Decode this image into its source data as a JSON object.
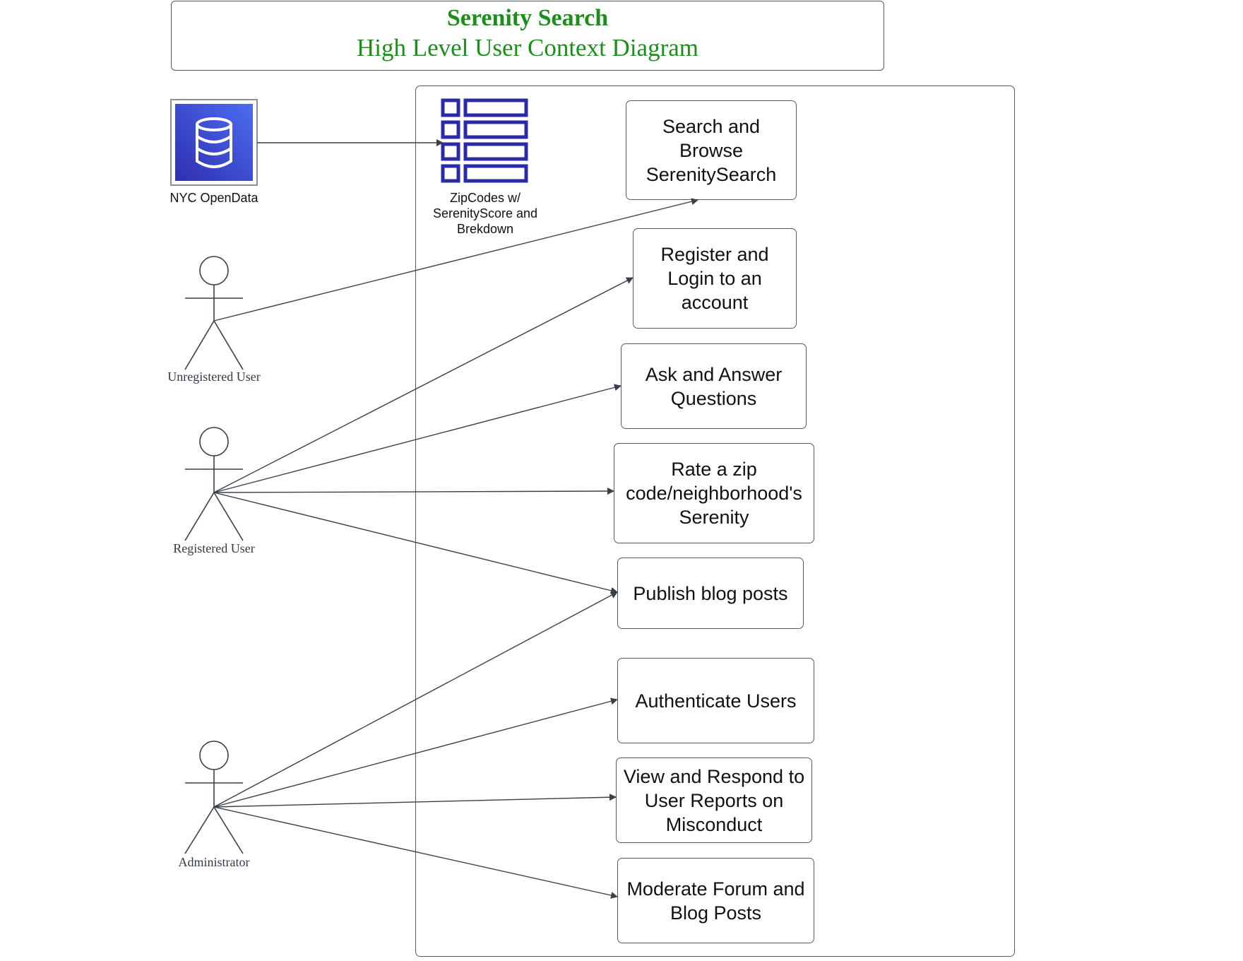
{
  "title": {
    "main": "Serenity Search",
    "subtitle": "High Level User Context Diagram"
  },
  "data_source": {
    "label": "NYC OpenData",
    "icon": "database-icon",
    "icon_color": "#3a4fd6"
  },
  "data_store": {
    "label": "ZipCodes w/\nSerenityScore and\nBrekdown",
    "icon": "table-icon",
    "icon_color": "#2b2ba8"
  },
  "actors": [
    {
      "id": "unregistered",
      "label": "Unregistered User"
    },
    {
      "id": "registered",
      "label": "Registered User"
    },
    {
      "id": "admin",
      "label": "Administrator"
    }
  ],
  "use_cases": [
    {
      "id": "search",
      "label": "Search and\nBrowse\nSerenitySearch"
    },
    {
      "id": "register",
      "label": "Register and\nLogin to an\naccount"
    },
    {
      "id": "ask",
      "label": "Ask and Answer\nQuestions"
    },
    {
      "id": "rate",
      "label": "Rate a zip\ncode/neighborhood's\nSerenity"
    },
    {
      "id": "publish",
      "label": "Publish blog posts"
    },
    {
      "id": "auth",
      "label": "Authenticate Users"
    },
    {
      "id": "reports",
      "label": "View and Respond to\nUser Reports on\nMisconduct"
    },
    {
      "id": "moderate",
      "label": "Moderate Forum and\nBlog Posts"
    }
  ],
  "connections": [
    {
      "from": "data_source",
      "to": "data_store"
    },
    {
      "from": "unregistered",
      "to": "search"
    },
    {
      "from": "registered",
      "to": "register"
    },
    {
      "from": "registered",
      "to": "ask"
    },
    {
      "from": "registered",
      "to": "rate"
    },
    {
      "from": "registered",
      "to": "publish"
    },
    {
      "from": "admin",
      "to": "publish"
    },
    {
      "from": "admin",
      "to": "auth"
    },
    {
      "from": "admin",
      "to": "reports"
    },
    {
      "from": "admin",
      "to": "moderate"
    }
  ],
  "colors": {
    "title": "#1a8f1a",
    "line": "#3a3f4a",
    "border": "#555b66"
  }
}
